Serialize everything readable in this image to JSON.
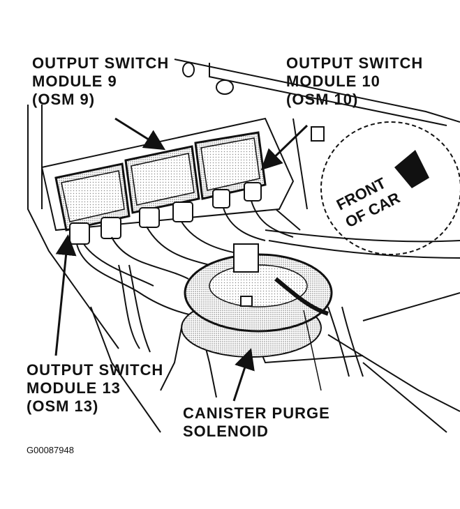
{
  "labels": {
    "osm9": [
      "OUTPUT SWITCH",
      "MODULE 9",
      "(OSM 9)"
    ],
    "osm10": [
      "OUTPUT SWITCH",
      "MODULE 10",
      "(OSM 10)"
    ],
    "osm13": [
      "OUTPUT SWITCH",
      "MODULE 13",
      "(OSM 13)"
    ],
    "purge": [
      "CANISTER PURGE",
      "SOLENOID"
    ],
    "front": [
      "FRONT",
      "OF CAR"
    ]
  },
  "figure_code": "G00087948",
  "colors": {
    "ink": "#111111",
    "stipple": "#9a9a9a",
    "background": "#ffffff"
  }
}
